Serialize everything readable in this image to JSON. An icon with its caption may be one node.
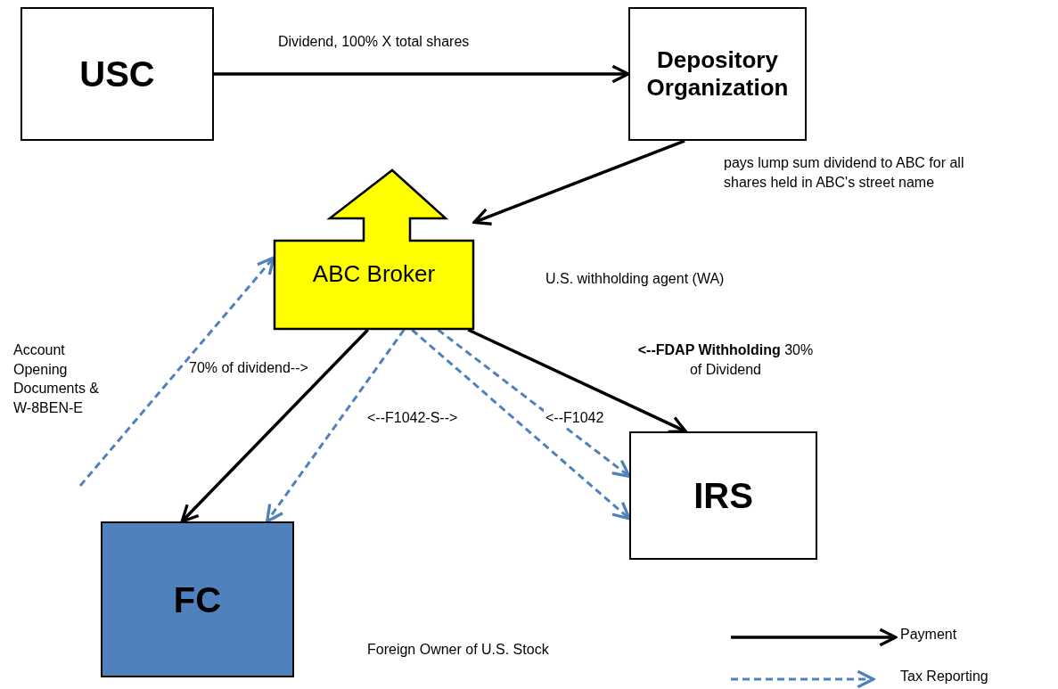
{
  "diagram": {
    "nodes": [
      {
        "text": [
          "USC"
        ]
      },
      {
        "text": [
          "Depository Organization"
        ]
      },
      {
        "text": [
          "ABC Broker"
        ]
      },
      {
        "text": [
          "IRS"
        ]
      },
      {
        "text": [
          "FC"
        ]
      }
    ],
    "edges": [
      {
        "from": 0,
        "to": 1,
        "arrow": "to",
        "label": "Dividend, 100% X total shares"
      },
      {
        "from": 1,
        "to": 2,
        "arrow": "to",
        "label": "pays lump sum dividend to ABC for all shares held in ABC's street name"
      },
      {
        "from": 2,
        "to": 4,
        "arrow": "to"
      },
      {
        "from": 2,
        "to": 3,
        "arrow": "to",
        "label": "**<--FDAP Withholding** 30% of Dividend"
      },
      {
        "from": 2,
        "to": 4,
        "arrow": "to",
        "style": "dashed",
        "color": "#4f81bd"
      },
      {
        "from": 2,
        "to": 3,
        "arrow": "to",
        "style": "dashed",
        "color": "#4f81bd",
        "label": "<--F1042"
      },
      {
        "from": 2,
        "to": 3,
        "arrow": "to",
        "style": "dashed",
        "color": "#4f81bd"
      },
      {
        "from": null,
        "to": 2,
        "arrow": "to",
        "style": "dashed",
        "color": "#4f81bd"
      }
    ],
    "labels": [
      "U.S. withholding agent (WA)",
      "Account Opening Documents & W-8BEN-E",
      "70% of dividend-->",
      "<--F1042-S-->",
      "Foreign Owner of U.S. Stock"
    ],
    "legend": [
      {
        "text": "Payment"
      },
      {
        "text": "Tax Reporting"
      }
    ]
  }
}
